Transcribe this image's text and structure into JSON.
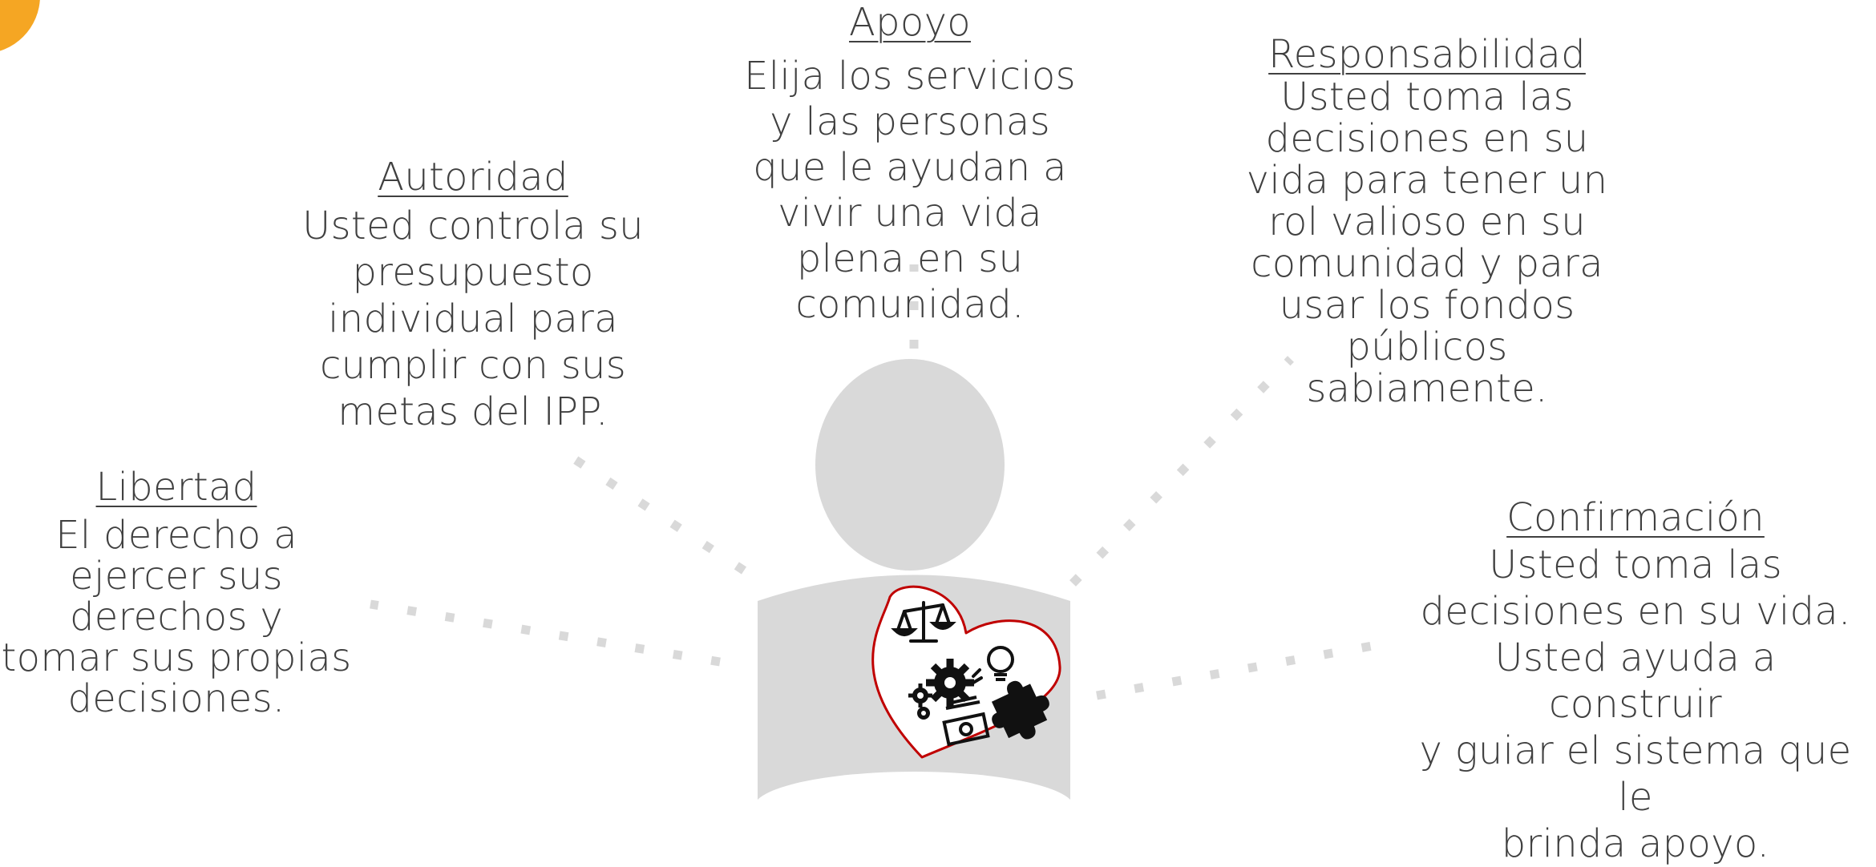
{
  "colors": {
    "text": "#404040",
    "accent": "#f5a623",
    "figure": "#d9d9d9",
    "dots": "#d9d9d9",
    "heart": "#c00000",
    "icon": "#111111"
  },
  "person_icon": {
    "icons": [
      "scales-icon",
      "lightbulb-icon",
      "gears-icon",
      "puzzle-icon",
      "money-icon"
    ]
  },
  "principles": {
    "apoyo": {
      "title": "Apoyo",
      "body": "Elija los servicios\ny las personas\nque le ayudan a\nvivir una vida\nplena en su\ncomunidad."
    },
    "autoridad": {
      "title": "Autoridad",
      "body": "Usted controla su\npresupuesto\nindividual para\ncumplir con sus\nmetas del IPP."
    },
    "responsabilidad": {
      "title": "Responsabilidad",
      "body": "Usted toma las\ndecisiones en su\nvida para tener un\nrol valioso en su\ncomunidad y para\nusar los fondos\npúblicos\nsabiamente."
    },
    "libertad": {
      "title": "Libertad",
      "body": "El derecho a\nejercer sus\nderechos y\ntomar sus propias\ndecisiones."
    },
    "confirmacion": {
      "title": "Confirmación",
      "body": "Usted toma las\ndecisiones en su vida.\nUsted ayuda a construir\ny guiar el sistema que le\nbrinda apoyo."
    }
  }
}
